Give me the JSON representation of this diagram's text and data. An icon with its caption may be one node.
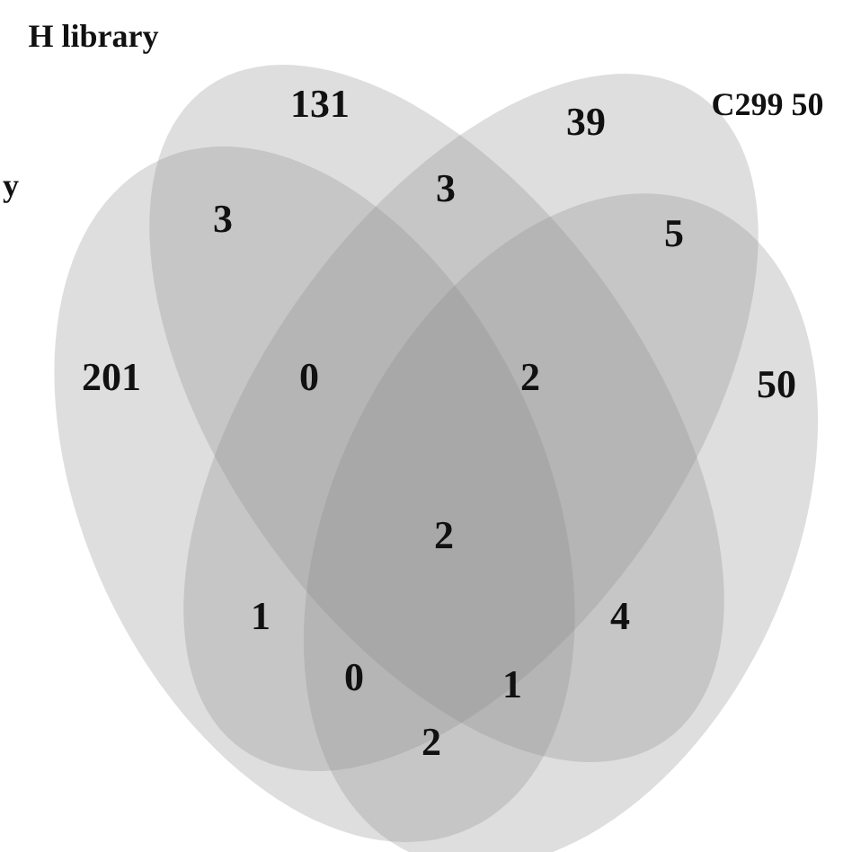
{
  "diagram": {
    "labels": [
      "H library",
      "131",
      "39",
      "C299 50",
      "y",
      "3",
      "3",
      "5",
      "201",
      "0",
      "2",
      "50",
      "2",
      "1",
      "4",
      "0",
      "1",
      "2"
    ]
  }
}
